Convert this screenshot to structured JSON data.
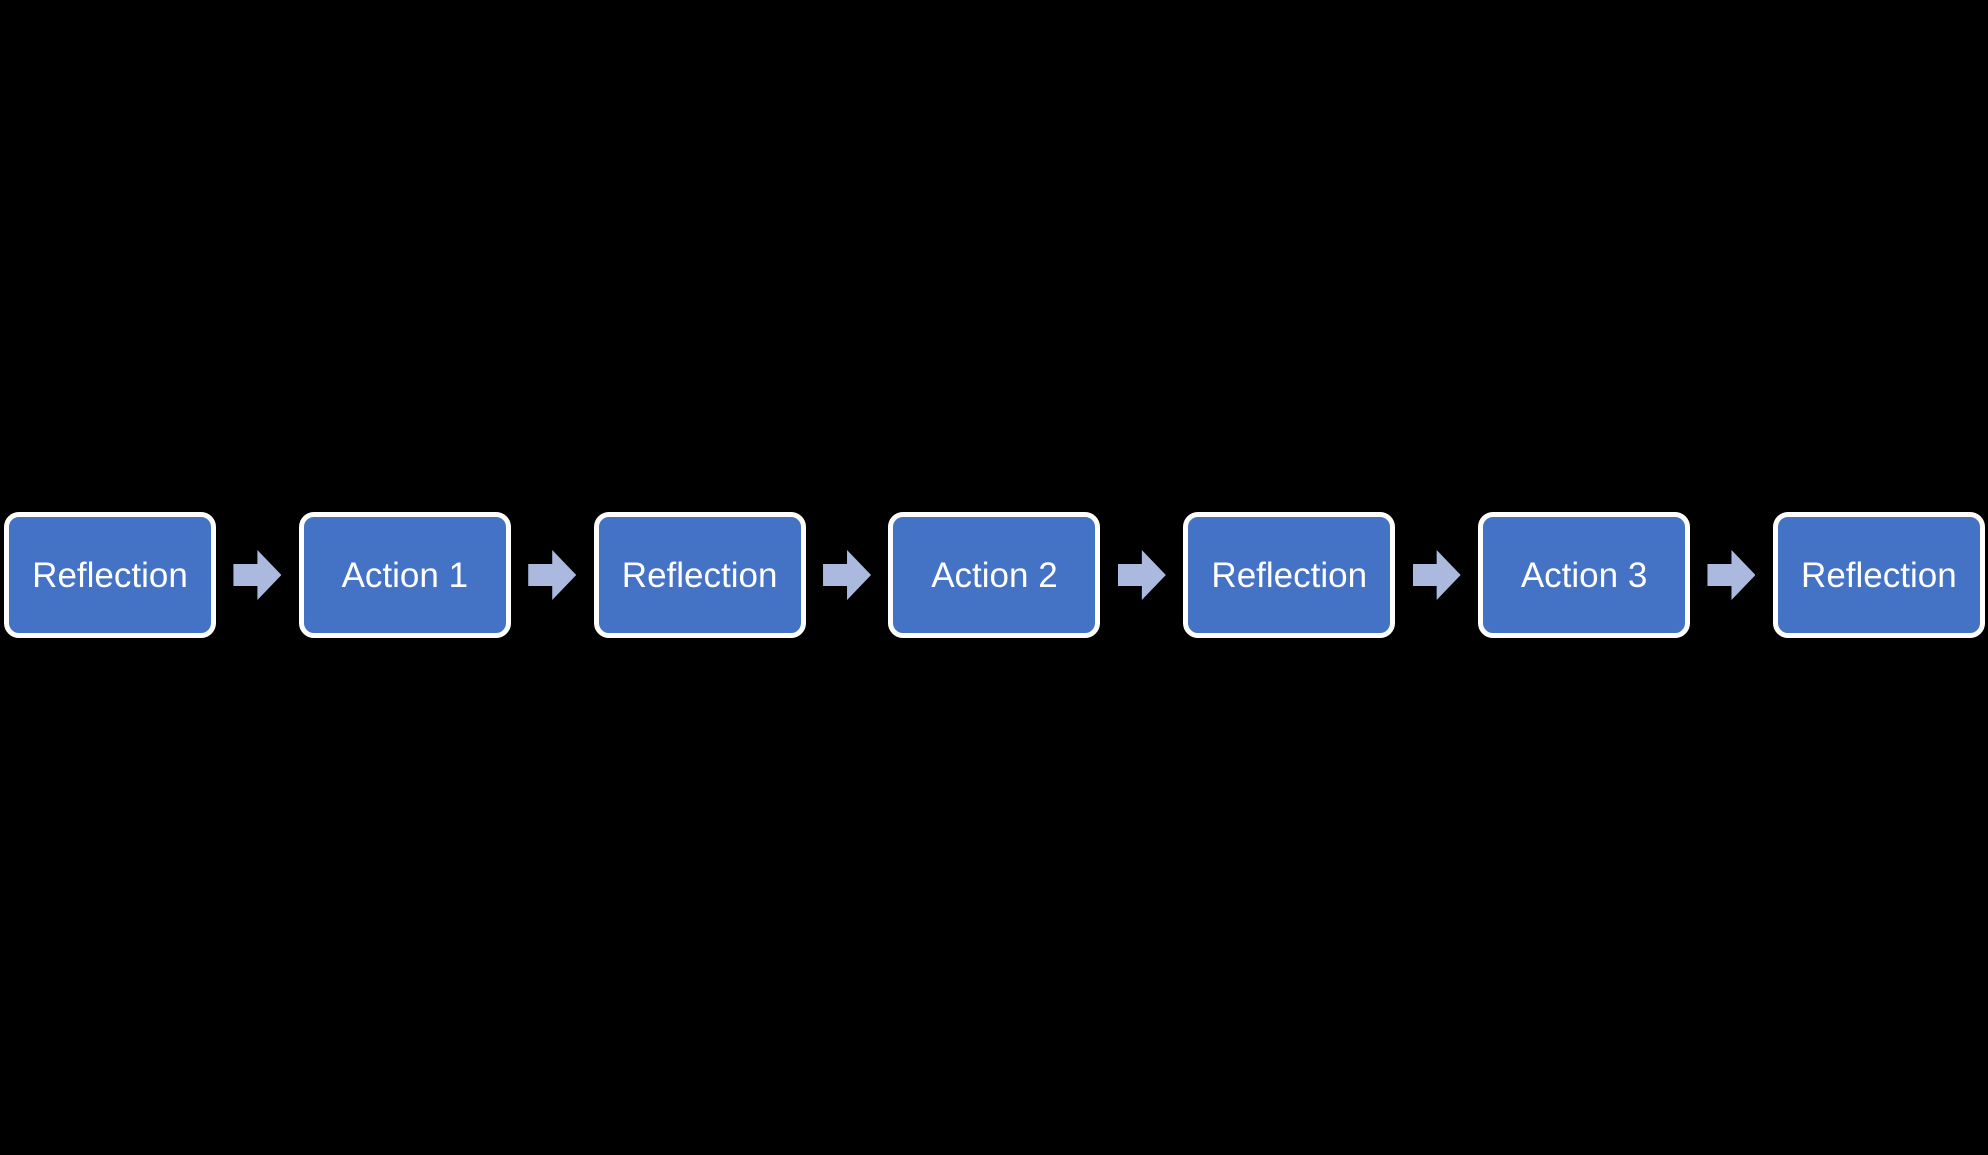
{
  "diagram": {
    "title": "reflection-action-process-flow",
    "colors": {
      "background": "#000000",
      "node_fill": "#4472C4",
      "node_border": "#FFFFFF",
      "node_text": "#FFFFFF",
      "arrow_fill": "#ABB9DE"
    },
    "arrow_icon": "right-arrow",
    "steps": [
      {
        "label": "Reflection"
      },
      {
        "label": "Action 1"
      },
      {
        "label": "Reflection"
      },
      {
        "label": "Action 2"
      },
      {
        "label": "Reflection"
      },
      {
        "label": "Action 3"
      },
      {
        "label": "Reflection"
      }
    ]
  }
}
